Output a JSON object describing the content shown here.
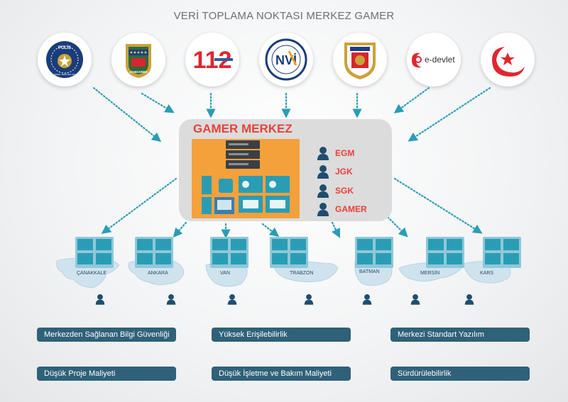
{
  "title": "VERİ TOPLAMA NOKTASI  MERKEZ GAMER",
  "logos": [
    {
      "name": "polis-logo",
      "text": "POLİS",
      "subtext": "GENEL MÜDÜRLÜĞÜ"
    },
    {
      "name": "jandarma-logo",
      "text": "JANDARMA"
    },
    {
      "name": "112-logo",
      "text": "112"
    },
    {
      "name": "nvi-logo",
      "text": "NVİ"
    },
    {
      "name": "sahil-guvenlik-logo",
      "text": ""
    },
    {
      "name": "e-devlet-logo",
      "text": "e-devlet"
    },
    {
      "name": "turkey-flag-logo",
      "text": ""
    }
  ],
  "center": {
    "title": "GAMER MERKEZ",
    "units": [
      "EGM",
      "JGK",
      "SGK",
      "GAMER"
    ]
  },
  "cities": [
    "ÇANAKKALE",
    "ANKARA",
    "VAN",
    "TRABZON",
    "BATMAN",
    "MERSİN",
    "KARS"
  ],
  "features": [
    "Merkezden Sağlanan Bilgi Güvenliği",
    "Yüksek Erişilebilirlik",
    "Merkezi Standart Yazılım",
    "Düşük Proje Maliyeti",
    "Düşük İşletme ve Bakım Maliyeti",
    "Sürdürülebilirlik"
  ],
  "colors": {
    "accent_red": "#e8413a",
    "orange": "#f4a13c",
    "teal": "#2a9db5",
    "navy": "#1f4e6f",
    "pill": "#2f6179"
  }
}
